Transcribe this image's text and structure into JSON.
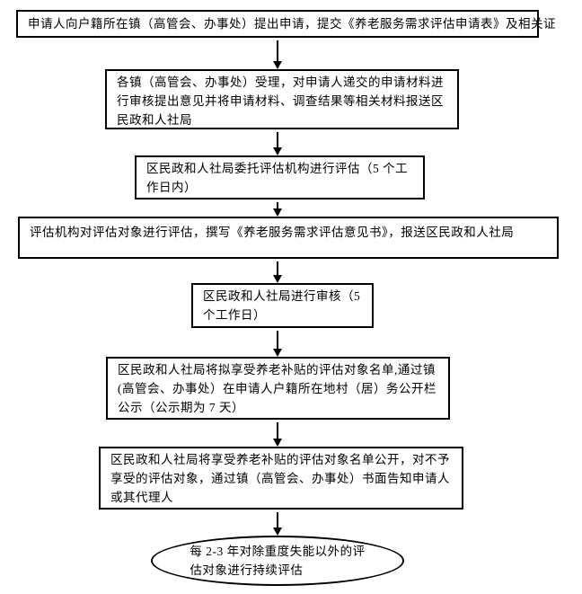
{
  "flowchart": {
    "type": "flowchart",
    "background_color": "#ffffff",
    "border_color": "#000000",
    "text_color": "#000000",
    "nodes": [
      {
        "id": "application-submission",
        "shape": "rectangle",
        "text": "申请人向户籍所在镇（高管会、办事处）提出申请，提交《养老服务需求评估申请表》及相关证"
      },
      {
        "id": "town-acceptance-review",
        "shape": "rectangle",
        "text": "各镇（高管会、办事处）受理，对申请人递交的申请材料进行审核提出意见并将申请材料、调查结果等相关材料报送区民政和人社局"
      },
      {
        "id": "bureau-entrust-assessment",
        "shape": "rectangle",
        "text": "区民政和人社局委托评估机构进行评估（5 个工作日内）"
      },
      {
        "id": "agency-assessment",
        "shape": "rectangle",
        "text": "评估机构对评估对象进行评估，撰写《养老服务需求评估意见书》，报送区民政和人社局"
      },
      {
        "id": "bureau-review",
        "shape": "rectangle",
        "text": "区民政和人社局进行审核（5 个工作日）"
      },
      {
        "id": "publicity-list",
        "shape": "rectangle",
        "text": "区民政和人社局将拟享受养老补贴的评估对象名单,通过镇(高管会、办事处）在申请人户籍所在地村（居）务公开栏公示（公示期为 7 天）"
      },
      {
        "id": "result-notification",
        "shape": "rectangle",
        "text": "区民政和人社局将享受养老补贴的评估对象名单公开，对不予享受的评估对象，通过镇（高管会、办事处）书面告知申请人或其代理人"
      },
      {
        "id": "continuous-assessment",
        "shape": "ellipse",
        "text": "每 2-3 年对除重度失能以外的评\n估对象进行持续评估"
      }
    ],
    "connectors": [
      {
        "from": "application-submission",
        "to": "town-acceptance-review",
        "style": "arrow-down"
      },
      {
        "from": "town-acceptance-review",
        "to": "bureau-entrust-assessment",
        "style": "arrow-down"
      },
      {
        "from": "bureau-entrust-assessment",
        "to": "agency-assessment",
        "style": "arrow-down"
      },
      {
        "from": "agency-assessment",
        "to": "bureau-review",
        "style": "arrow-down"
      },
      {
        "from": "bureau-review",
        "to": "publicity-list",
        "style": "arrow-down"
      },
      {
        "from": "publicity-list",
        "to": "result-notification",
        "style": "arrow-down"
      },
      {
        "from": "result-notification",
        "to": "continuous-assessment",
        "style": "arrow-down"
      }
    ]
  }
}
